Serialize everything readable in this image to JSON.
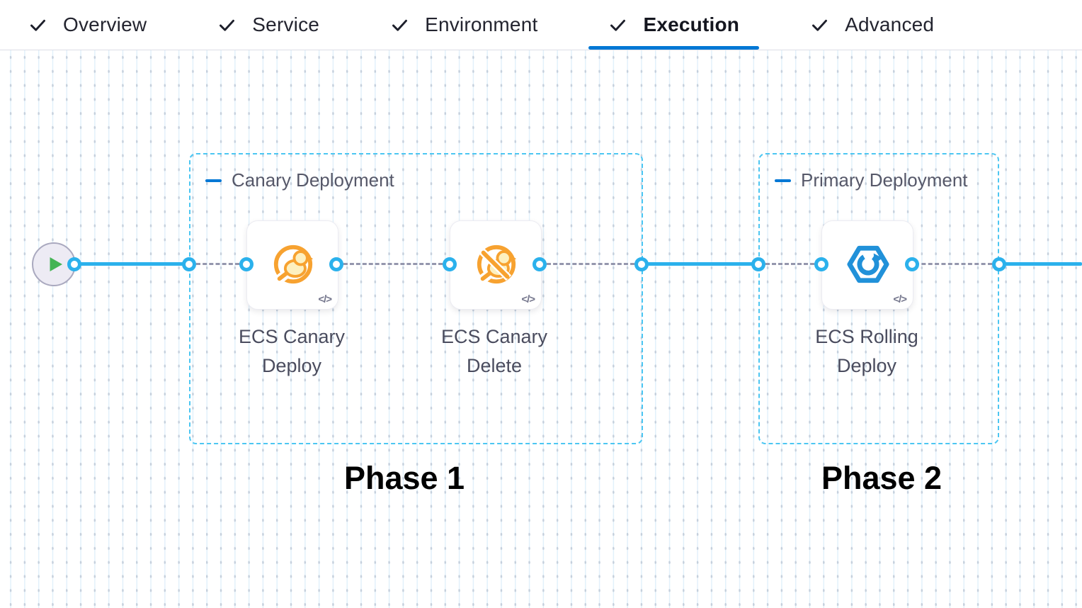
{
  "header": {
    "tabs": [
      {
        "label": "Overview",
        "checked": true,
        "active": false
      },
      {
        "label": "Service",
        "checked": true,
        "active": false
      },
      {
        "label": "Environment",
        "checked": true,
        "active": false
      },
      {
        "label": "Execution",
        "checked": true,
        "active": true
      },
      {
        "label": "Advanced",
        "checked": true,
        "active": false
      }
    ]
  },
  "pipeline": {
    "start_node": {
      "type": "start",
      "icon": "play-icon"
    },
    "groups": [
      {
        "title": "Canary Deployment",
        "phase_label": "Phase 1",
        "steps": [
          {
            "name": "ECS Canary Deploy",
            "icon": "canary-deploy-icon",
            "code_badge": "</>"
          },
          {
            "name": "ECS Canary Delete",
            "icon": "canary-delete-icon",
            "code_badge": "</>"
          }
        ]
      },
      {
        "title": "Primary Deployment",
        "phase_label": "Phase 2",
        "steps": [
          {
            "name": "ECS Rolling Deploy",
            "icon": "ecs-rolling-deploy-icon",
            "code_badge": "</>"
          }
        ]
      }
    ]
  },
  "colors": {
    "accent_blue": "#0278d5",
    "connector_blue": "#2bb1ec",
    "group_border_blue": "#4cc6f2",
    "dashed_connector_grey": "#9496ad",
    "canary_orange": "#f7a230",
    "ecs_blue": "#2191d9",
    "start_green": "#43b454",
    "tab_text": "#23242f",
    "step_label_text": "#4a4c5e"
  }
}
